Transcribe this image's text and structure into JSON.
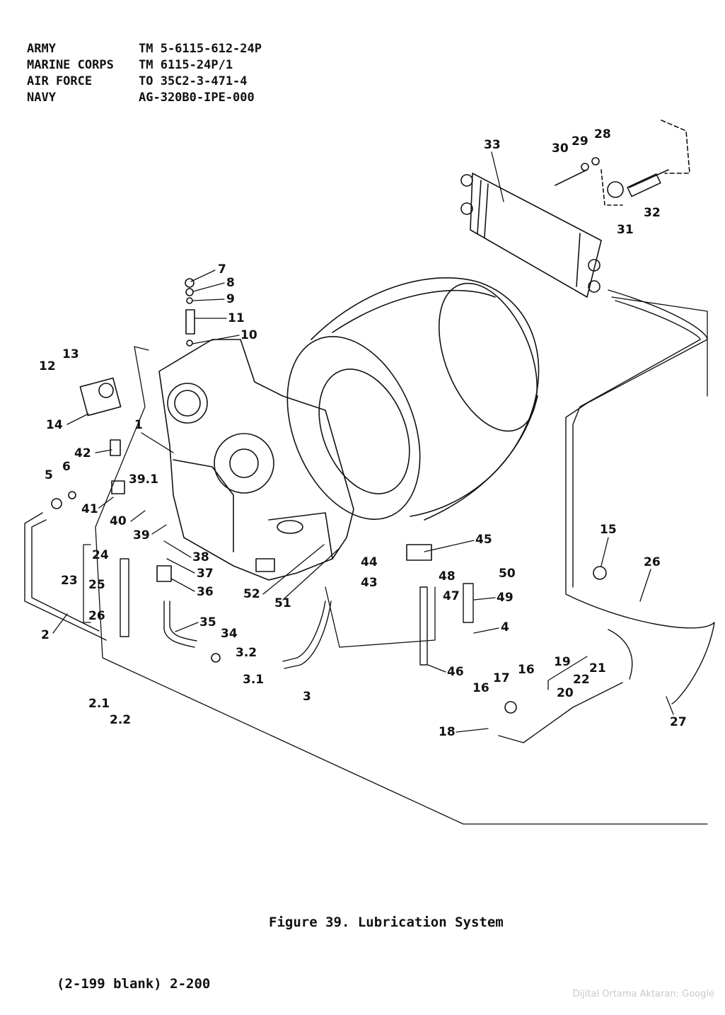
{
  "header": {
    "rows": [
      {
        "service": "ARMY",
        "number": "TM 5-6115-612-24P"
      },
      {
        "service": "MARINE CORPS",
        "number": "TM 6115-24P/1"
      },
      {
        "service": "AIR FORCE",
        "number": "TO 35C2-3-471-4"
      },
      {
        "service": "NAVY",
        "number": "AG-320B0-IPE-000"
      }
    ]
  },
  "callouts": [
    "1",
    "2",
    "2.1",
    "2.2",
    "3",
    "3.1",
    "3.2",
    "4",
    "5",
    "6",
    "7",
    "8",
    "9",
    "10",
    "11",
    "12",
    "13",
    "14",
    "15",
    "16",
    "17",
    "18",
    "19",
    "20",
    "21",
    "22",
    "23",
    "24",
    "25",
    "26",
    "27",
    "28",
    "29",
    "30",
    "31",
    "32",
    "33",
    "34",
    "35",
    "36",
    "37",
    "38",
    "39",
    "39.1",
    "40",
    "41",
    "42",
    "43",
    "44",
    "45",
    "46",
    "47",
    "48",
    "49",
    "50",
    "51",
    "52"
  ],
  "figure_caption": "Figure 39.  Lubrication System",
  "page_number": "(2-199 blank) 2-200",
  "credit": "Dijital Ortama Aktaran: Google"
}
